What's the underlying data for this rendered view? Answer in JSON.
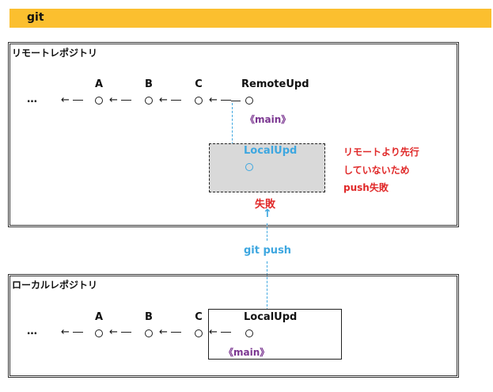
{
  "title": "git",
  "remote": {
    "label": "リモートレポジトリ",
    "ellipsis": "…",
    "commits": [
      "A",
      "B",
      "C",
      "RemoteUpd"
    ],
    "main_tag": "《main》"
  },
  "local_upd": {
    "label": "LocalUpd",
    "note_lines": [
      "リモートより先行",
      "していないため",
      "push失敗"
    ],
    "fail": "失敗",
    "arrow_up": "↑"
  },
  "push_label": "git push",
  "local": {
    "label": "ローカルレポジトリ",
    "ellipsis": "…",
    "commits": [
      "A",
      "B",
      "C",
      "LocalUpd"
    ],
    "main_tag": "《main》"
  },
  "colors": {
    "title_bar": "#fbbf2f",
    "blue": "#3ea7e0",
    "red": "#e02929",
    "purple": "#7a3590",
    "gray_box": "#d9d9d9"
  }
}
